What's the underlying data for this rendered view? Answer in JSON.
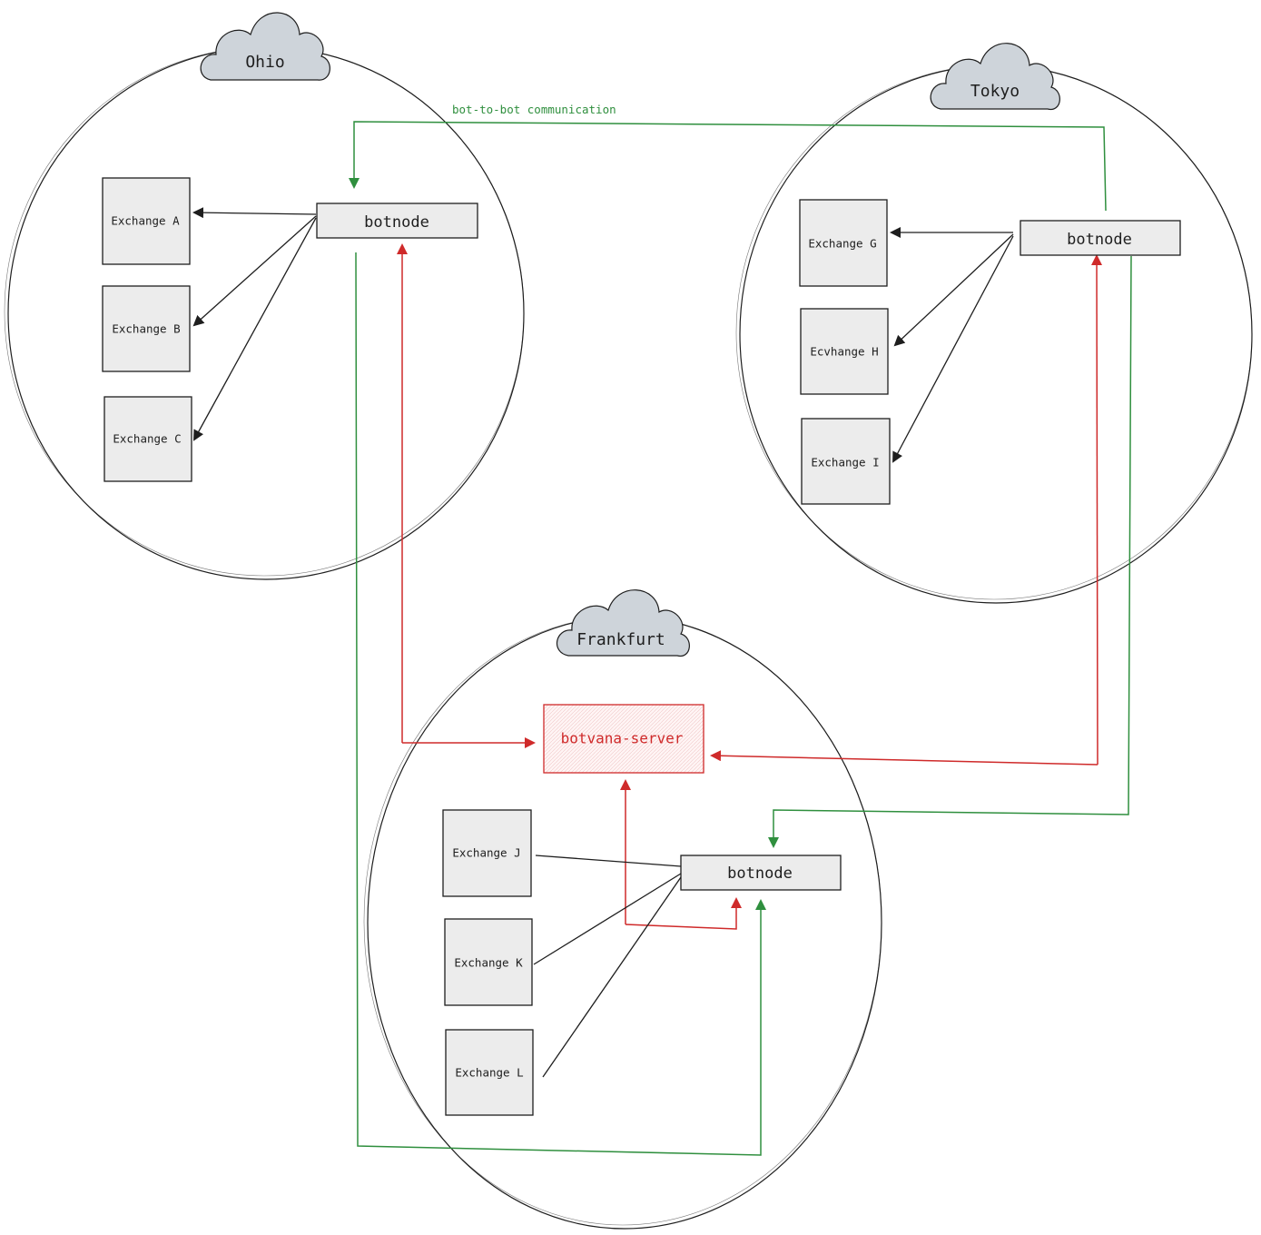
{
  "colors": {
    "ink": "#1e1e1e",
    "box_fill": "#ececec",
    "cloud_fill": "#ced4da",
    "green": "#2f8f3e",
    "red": "#cf2a2a",
    "server_fill": "#fff5f5"
  },
  "regions": [
    {
      "id": "ohio",
      "name": "Ohio",
      "botnode_label": "botnode",
      "exchanges": [
        "Exchange A",
        "Exchange B",
        "Exchange C"
      ]
    },
    {
      "id": "tokyo",
      "name": "Tokyo",
      "botnode_label": "botnode",
      "exchanges": [
        "Exchange G",
        "Ecvhange H",
        "Exchange I"
      ]
    },
    {
      "id": "frankfurt",
      "name": "Frankfurt",
      "botnode_label": "botnode",
      "exchanges": [
        "Exchange J",
        "Exchange K",
        "Exchange L"
      ]
    }
  ],
  "server": {
    "label": "botvana-server"
  },
  "links": {
    "bot_to_bot_label": "bot-to-bot communication"
  }
}
